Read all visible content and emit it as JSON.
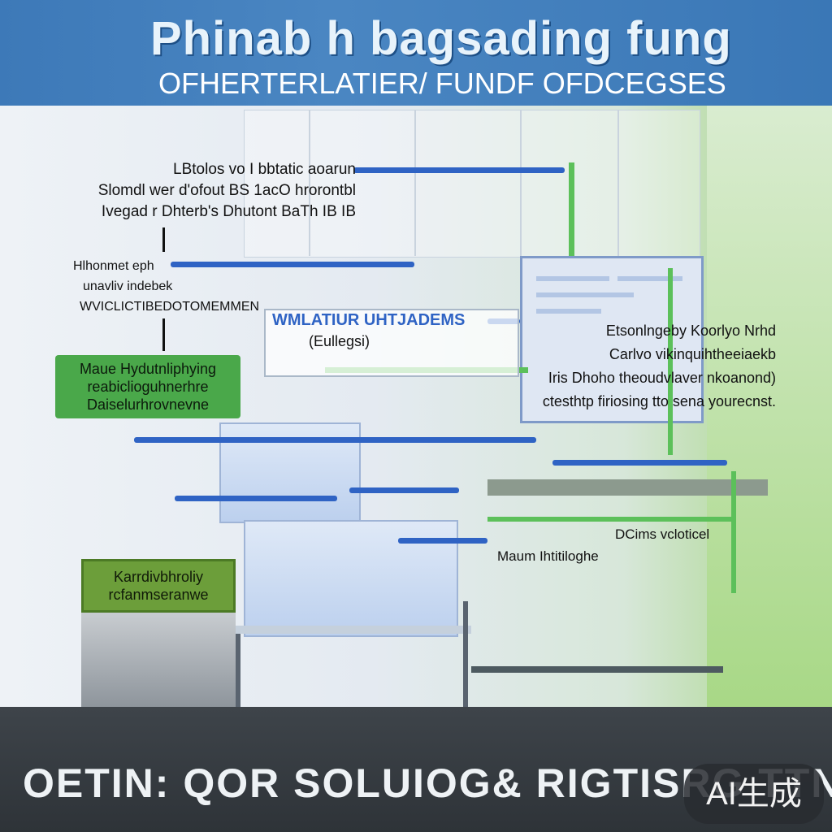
{
  "header": {
    "title": "Phinab h bagsading fung",
    "subtitle": "OFHERTERLATIER/ FUNDF OFDCEGSES"
  },
  "callouts": {
    "top_left": [
      "LBtolos vo I bbtatic aoarun",
      "Slomdl wer d'ofout BS 1acO hrorontbl",
      "Ivegad r Dhterb's Dhutont BaTh IB IB"
    ],
    "mid_left": [
      "Hlhonmet eph",
      "unavliv indebek",
      "WVICLICTIBEDOTOMEMMEN"
    ],
    "center_label": "WMLATIUR UHTJADEMS",
    "center_sub": "(Eullegsi)",
    "right_block": [
      "Etsonlngeby Koorlyo Nrhd",
      "Carlvo vikinquihtheeiaekb",
      "Iris Dhoho theoudvlaver nkoanond)",
      "ctesthtp firiosing tto sena yourecnst."
    ],
    "green_box": [
      "Maue Hydutnliphying",
      "reabiclioguhnerhre",
      "Daiselurhrovnevne"
    ],
    "olive_box": [
      "Karrdivbhroliy",
      "rcfanmseranwe"
    ],
    "right_small_1": "DCims vcloticel",
    "right_small_2": "Maum Ihtitiloghe"
  },
  "footer": {
    "text": "OETIN: QOR SOLUIOG& RIGTISRG TTNG FCUMR",
    "badge": "AI生成"
  },
  "colors": {
    "header_blue": "#3d79b8",
    "connector_blue": "#2f63c4",
    "connector_green": "#5cc05a",
    "box_green": "#4aa84a",
    "footer_dark": "#2e3338"
  }
}
